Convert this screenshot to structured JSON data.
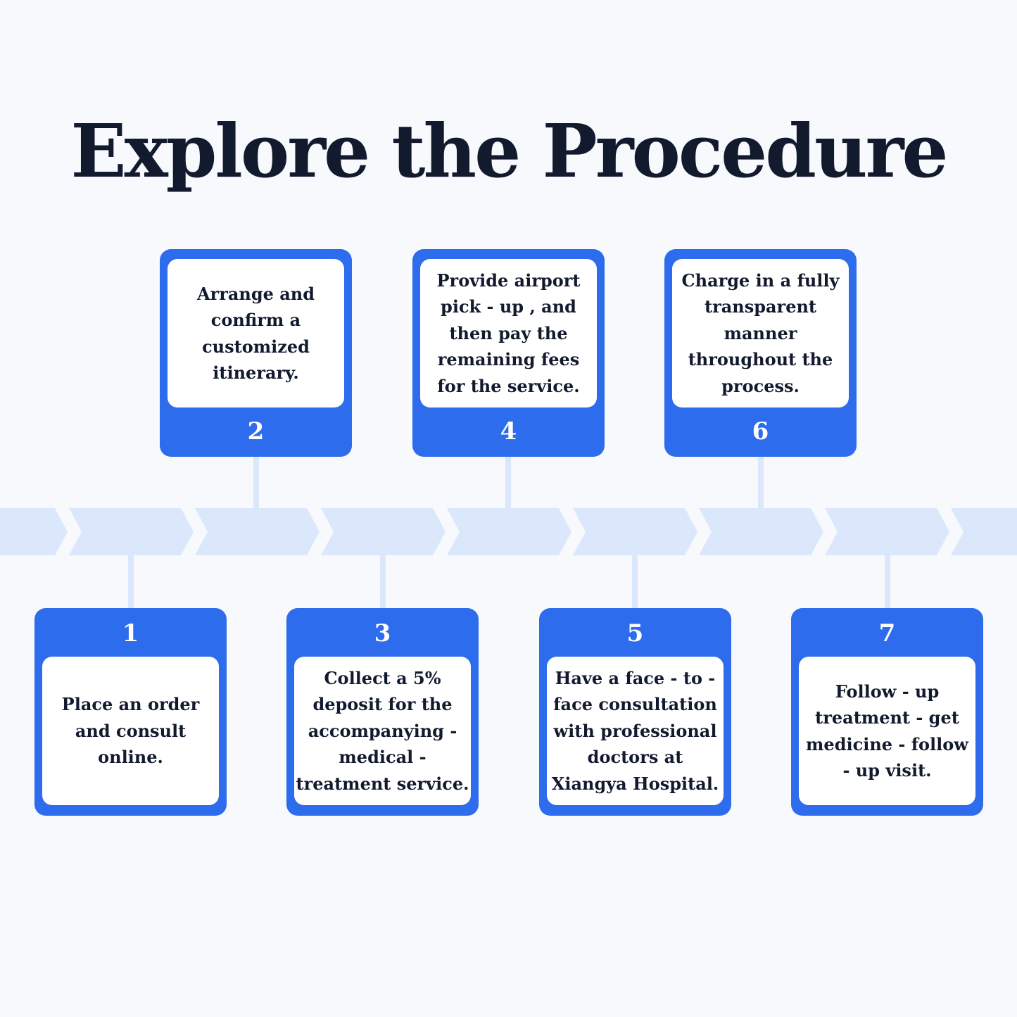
{
  "title": "Explore the Procedure",
  "colors": {
    "background": "#f7f9fc",
    "accent": "#2d6cec",
    "track": "#dbe8fb",
    "text": "#121a2e"
  },
  "steps": [
    {
      "number": "1",
      "text": "Place an order and consult online."
    },
    {
      "number": "2",
      "text": "Arrange and confirm a customized itinerary."
    },
    {
      "number": "3",
      "text": "Collect a 5% deposit for the accompanying - medical - treatment service."
    },
    {
      "number": "4",
      "text": "Provide airport pick - up , and then pay the remaining fees for the service."
    },
    {
      "number": "5",
      "text": "Have a face - to - face consultation with professional doctors at Xiangya Hospital."
    },
    {
      "number": "6",
      "text": "Charge in a fully transparent manner throughout the process."
    },
    {
      "number": "7",
      "text": "Follow - up treatment - get medicine - follow - up visit."
    }
  ]
}
